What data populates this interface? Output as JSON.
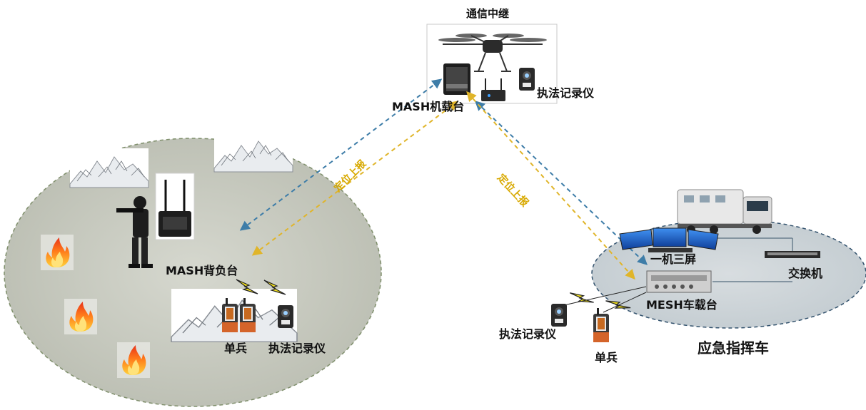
{
  "title": "通信中继",
  "labels": {
    "mash_airborne": "MASH机载台",
    "recorder_top": "执法记录仪",
    "locate_left": "定位上报",
    "locate_right": "定位上报",
    "mash_backpack": "MASH背负台",
    "soldier_left": "单兵",
    "recorder_left": "执法记录仪",
    "one_three_screens": "一机三屏",
    "switch": "交换机",
    "mesh_vehicle": "MESH车载台",
    "recorder_right": "执法记录仪",
    "soldier_right": "单兵",
    "command_vehicle": "应急指挥车"
  },
  "colors": {
    "link_blue": "#3e7da8",
    "link_gold": "#e0b52a",
    "zone_fill": "#c8cbc0",
    "zone_border": "#7f8f6c",
    "vehicle_zone_fill": "#cfd6da",
    "vehicle_zone_border": "#34536e",
    "lightning": "#f4e21c"
  },
  "icons": [
    "drone-icon",
    "mash-airborne-radio-icon",
    "router-icon",
    "body-camera-icon",
    "mountain-icon",
    "soldier-icon",
    "backpack-radio-icon",
    "fire-icon",
    "handheld-radio-icon",
    "lightning-icon",
    "command-truck-icon",
    "three-screen-icon",
    "switch-icon",
    "vehicle-radio-icon"
  ]
}
